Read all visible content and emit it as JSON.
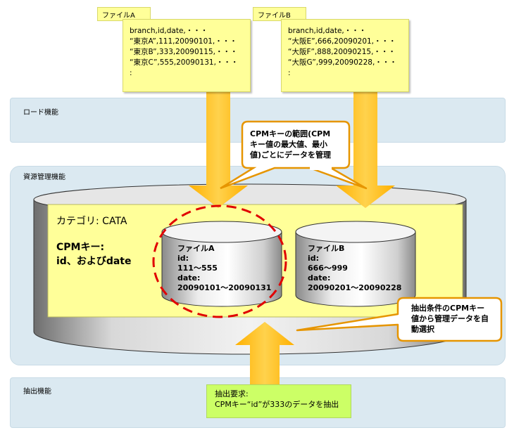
{
  "file_a": {
    "tab": "ファイルA",
    "lines": "branch,id,date,・・・\n“東京A”,111,20090101,・・・\n“東京B”,333,20090115,・・・\n“東京C”,555,20090131,・・・\n:"
  },
  "file_b": {
    "tab": "ファイルB",
    "lines": "branch,id,date,・・・\n“大阪E”,666,20090201,・・・\n“大阪F”,888,20090215,・・・\n“大阪G”,999,20090228,・・・\n:"
  },
  "bands": {
    "load": "ロード機能",
    "resource": "資源管理機能",
    "extract": "抽出機能"
  },
  "callout_top": "CPMキーの範囲(CPM\nキー値の最大値、最小\n値)ごとにデータを管理",
  "category": {
    "title": "カテゴリ: CATA",
    "cpm_line1": "CPMキー:",
    "cpm_line2": "id、およびdate"
  },
  "cyl_a": "ファイルA\nid:\n111～555\ndate:\n20090101～20090131",
  "cyl_b": "ファイルB\nid:\n666～999\ndate:\n20090201～20090228",
  "callout_right": "抽出条件のCPMキー\n値から管理データを自\n動選択",
  "request": "抽出要求:\nCPMキー“id”が333のデータを抽出",
  "colors": {
    "band": "#dbe9f1",
    "note": "#ffff99",
    "arrow": "#ffc000",
    "callout_border": "#e69500",
    "request_box": "#ccff66",
    "dashed_circle": "#e00000"
  }
}
